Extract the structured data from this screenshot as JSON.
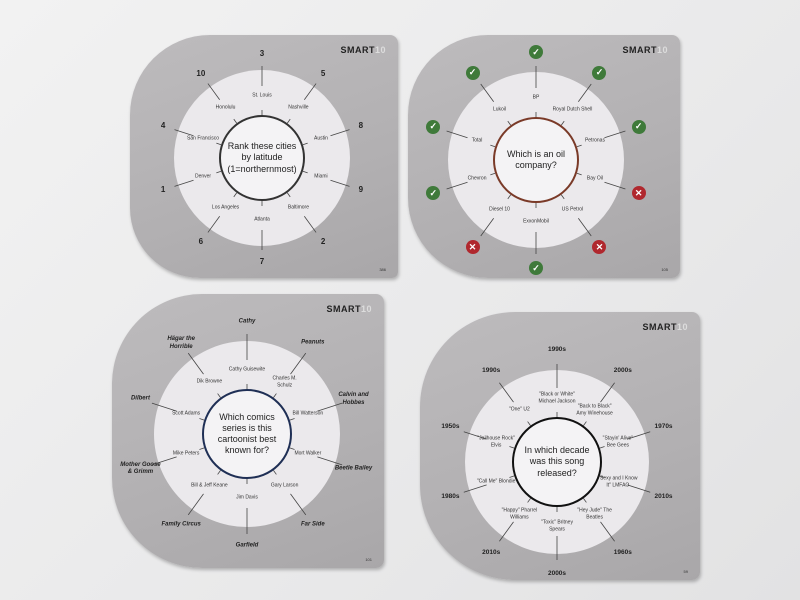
{
  "brand": {
    "smart": "SMART",
    "ten": "10"
  },
  "colors": {
    "check": "#3f7a3a",
    "cross": "#b0282e"
  },
  "cards": [
    {
      "number": "386",
      "question": "Rank these cities by latitude (1=northernmost)",
      "ring_color": "#333333",
      "answer_style": "number",
      "items": [
        {
          "inner": "St. Louis",
          "answer": "3"
        },
        {
          "inner": "Nashville",
          "answer": "5"
        },
        {
          "inner": "Austin",
          "answer": "8"
        },
        {
          "inner": "Miami",
          "answer": "9"
        },
        {
          "inner": "Baltimore",
          "answer": "2"
        },
        {
          "inner": "Atlanta",
          "answer": "7"
        },
        {
          "inner": "Los Angeles",
          "answer": "6"
        },
        {
          "inner": "Denver",
          "answer": "1"
        },
        {
          "inner": "San Francisco",
          "answer": "4"
        },
        {
          "inner": "Honolulu",
          "answer": "10"
        }
      ]
    },
    {
      "number": "105",
      "question": "Which is an oil company?",
      "ring_color": "#7a3a28",
      "answer_style": "mark",
      "items": [
        {
          "inner": "BP",
          "answer": "check-icon"
        },
        {
          "inner": "Royal Dutch Shell",
          "answer": "check-icon"
        },
        {
          "inner": "Petronas",
          "answer": "check-icon"
        },
        {
          "inner": "Bay Oil",
          "answer": "cross-icon"
        },
        {
          "inner": "US Petrol",
          "answer": "cross-icon"
        },
        {
          "inner": "ExxonMobil",
          "answer": "check-icon"
        },
        {
          "inner": "Diesel 10",
          "answer": "cross-icon"
        },
        {
          "inner": "Chevron",
          "answer": "check-icon"
        },
        {
          "inner": "Total",
          "answer": "check-icon"
        },
        {
          "inner": "Lukoil",
          "answer": "check-icon"
        }
      ]
    },
    {
      "number": "101",
      "question": "Which comics series is this cartoonist best known for?",
      "ring_color": "#1f2f55",
      "answer_style": "italic",
      "items": [
        {
          "inner": "Cathy Guisewite",
          "answer": "Cathy"
        },
        {
          "inner": "Charles M. Schulz",
          "answer": "Peanuts"
        },
        {
          "inner": "Bill Watterson",
          "answer": "Calvin and Hobbes"
        },
        {
          "inner": "Mort Walker",
          "answer": "Beetle Bailey"
        },
        {
          "inner": "Gary Larson",
          "answer": "Far Side"
        },
        {
          "inner": "Jim Davis",
          "answer": "Garfield"
        },
        {
          "inner": "Bill & Jeff Keane",
          "answer": "Family Circus"
        },
        {
          "inner": "Mike Peters",
          "answer": "Mother Goose & Grimm"
        },
        {
          "inner": "Scott Adams",
          "answer": "Dilbert"
        },
        {
          "inner": "Dik Browne",
          "answer": "Hägar the Horrible"
        }
      ]
    },
    {
      "number": "59",
      "question": "In which decade was this song released?",
      "ring_color": "#111111",
      "answer_style": "decade",
      "items": [
        {
          "inner": "\"Black or White\" Michael Jackson",
          "answer": "1990s"
        },
        {
          "inner": "\"Back to Black\" Amy Winehouse",
          "answer": "2000s"
        },
        {
          "inner": "\"Stayin' Alive\" Bee Gees",
          "answer": "1970s"
        },
        {
          "inner": "\"Sexy and I Know It\" LMFAO",
          "answer": "2010s"
        },
        {
          "inner": "\"Hey Jude\" The Beatles",
          "answer": "1960s"
        },
        {
          "inner": "\"Toxic\" Britney Spears",
          "answer": "2000s"
        },
        {
          "inner": "\"Happy\" Pharrel Williams",
          "answer": "2010s"
        },
        {
          "inner": "\"Call Me\" Blondie",
          "answer": "1980s"
        },
        {
          "inner": "\"Jailhouse Rock\" Elvis",
          "answer": "1950s"
        },
        {
          "inner": "\"One\" U2",
          "answer": "1990s"
        }
      ]
    }
  ]
}
